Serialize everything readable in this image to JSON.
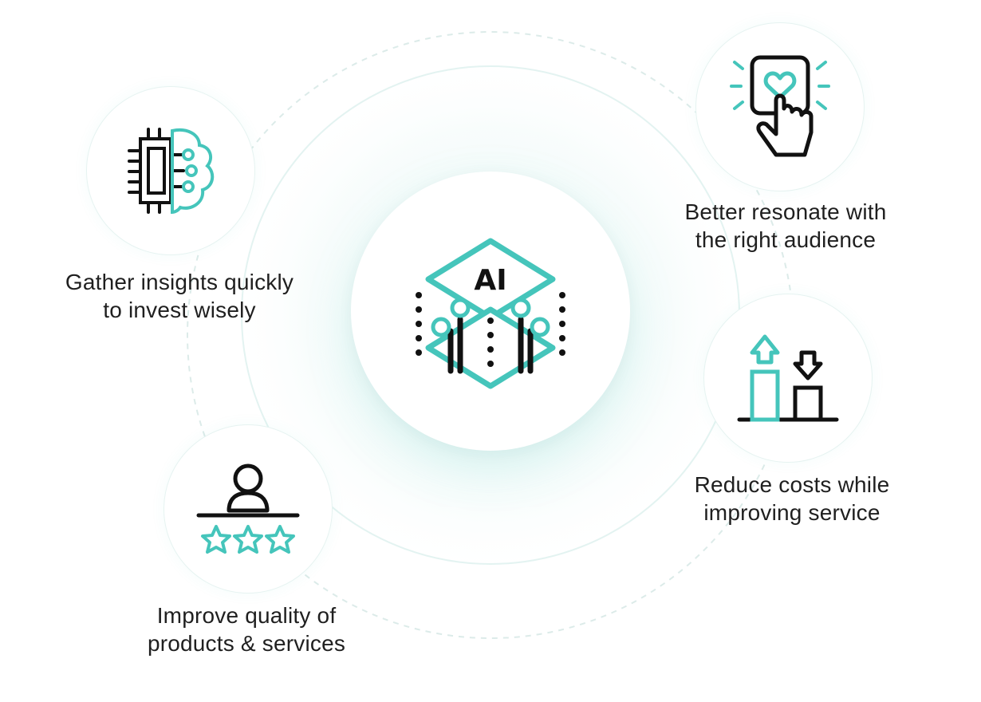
{
  "center": {
    "name": "AI",
    "badge_text": "AI"
  },
  "benefits": [
    {
      "id": "insights",
      "line1": "Gather insights quickly",
      "line2": "to invest wisely",
      "icon": "chip-brain-icon"
    },
    {
      "id": "audience",
      "line1": "Better resonate with",
      "line2": "the right audience",
      "icon": "heart-tap-icon"
    },
    {
      "id": "costs",
      "line1": "Reduce costs while",
      "line2": "improving service",
      "icon": "bar-arrows-icon"
    },
    {
      "id": "quality",
      "line1": "Improve quality of",
      "line2": "products & services",
      "icon": "user-stars-icon"
    }
  ],
  "colors": {
    "accent": "#45c5bb",
    "ink": "#111111",
    "text": "#1f1f1f",
    "ring": "#d9ebe8"
  }
}
